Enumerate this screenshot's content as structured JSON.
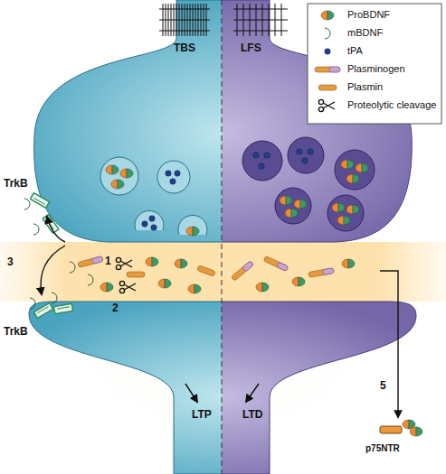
{
  "diagram": {
    "labels": [
      "TBS",
      "LFS",
      "TrkB",
      "1",
      "2",
      "3",
      "TrkB",
      "5",
      "p75NTR",
      "LTP",
      "LTD"
    ],
    "legend": [
      {
        "text": "ProBDNF"
      },
      {
        "text": "mBDNF"
      },
      {
        "text": "tPA"
      },
      {
        "text": "Plasminogen"
      },
      {
        "text": "Plasmin"
      },
      {
        "text": "Proteolytic cleavage"
      }
    ]
  }
}
